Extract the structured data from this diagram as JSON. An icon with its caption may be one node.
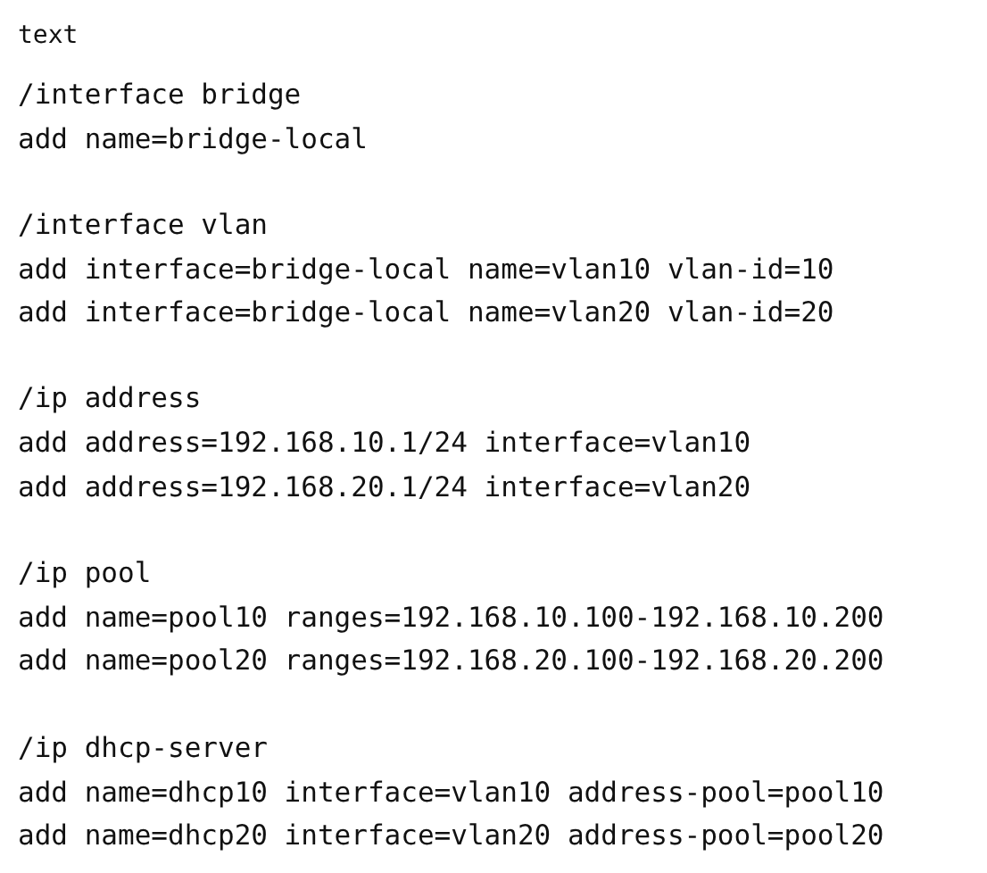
{
  "diagram": {
    "labels": [
      "text",
      "/interface bridge",
      "add name=bridge-local",
      "/interface vlan",
      "add interface=bridge-local name=vlan10 vlan-id=10",
      "add interface=bridge-local name=vlan20 vlan-id=20",
      "/ip address",
      "add address=192.168.10.1/24 interface=vlan10",
      "add address=192.168.20.1/24 interface=vlan20",
      "/ip pool",
      "add name=pool10 ranges=192.168.10.100-192.168.10.200",
      "add name=pool20 ranges=192.168.20.100-192.168.20.200",
      "/ip dhcp-server",
      "add name=dhcp10 interface=vlan10 address-pool=pool10",
      "add name=dhcp20 interface=vlan20 address-pool=pool20"
    ]
  }
}
